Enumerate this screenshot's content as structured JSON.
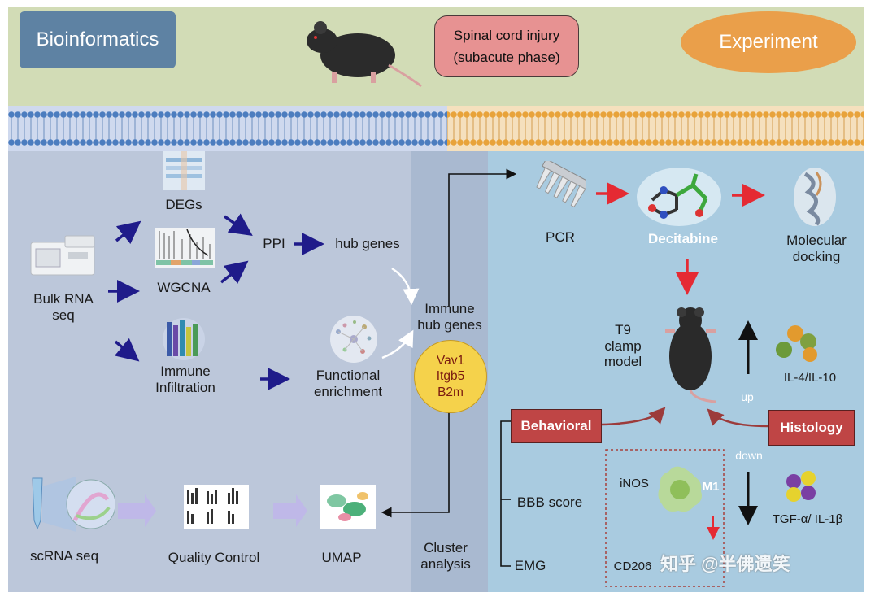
{
  "header": {
    "bioinformatics_label": "Bioinformatics",
    "sci_line1": "Spinal cord injury",
    "sci_line2": "(subacute phase)",
    "experiment_label": "Experiment"
  },
  "bioinformatics": {
    "bulk_rna_line1": "Bulk RNA",
    "bulk_rna_line2": "seq",
    "degs": "DEGs",
    "wgcna": "WGCNA",
    "immune_infiltration_line1": "Immune",
    "immune_infiltration_line2": "Infiltration",
    "ppi": "PPI",
    "hub_genes": "hub genes",
    "functional_line1": "Functional",
    "functional_line2": "enrichment",
    "immune_hub_line1": "Immune",
    "immune_hub_line2": "hub genes",
    "genes": [
      "Vav1",
      "Itgb5",
      "B2m"
    ],
    "scrna_seq": "scRNA seq",
    "quality_control": "Quality Control",
    "umap": "UMAP",
    "cluster_line1": "Cluster",
    "cluster_line2": "analysis"
  },
  "experiment": {
    "pcr": "PCR",
    "decitabine": "Decitabine",
    "docking_line1": "Molecular",
    "docking_line2": "docking",
    "t9_line1": "T9",
    "t9_line2": "clamp",
    "t9_line3": "model",
    "behavioral": "Behavioral",
    "histology": "Histology",
    "il4_il10": "IL-4/IL-10",
    "up": "up",
    "down": "down",
    "tgf_il1b": "TGF-α/ IL-1β",
    "bbb_score": "BBB score",
    "emg": "EMG",
    "inos": "iNOS",
    "m1": "M1",
    "cd206": "CD206"
  },
  "watermark": "知乎 @半佛遗笑",
  "colors": {
    "arrow_blue": "#1f1b8a",
    "arrow_red": "#e52a33",
    "panel_top": "#d2dcb6",
    "panel_left": "#bcc7da",
    "panel_right": "#a9cbe0",
    "experiment_orange": "#ea9f4a",
    "bioinformatics_blue": "#5e82a3",
    "sci_pink": "#e79292",
    "label_red": "#bf4545",
    "gene_yellow": "#f5d24b"
  }
}
